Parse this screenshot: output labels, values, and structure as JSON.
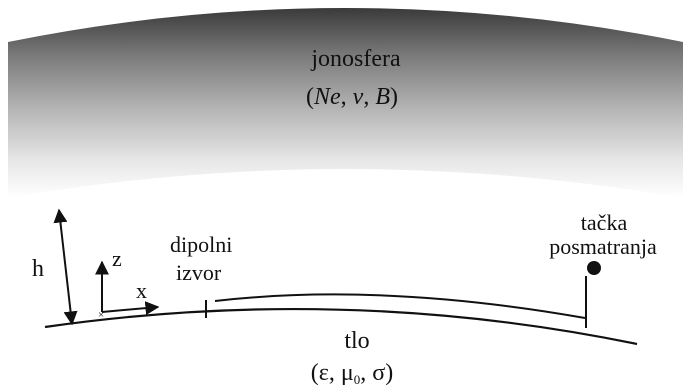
{
  "ionosphere": {
    "title": "jonosfera",
    "params_open": "(",
    "param_ne": "Ne",
    "param_sep1": ", ",
    "param_nu": "ν",
    "param_sep2": ", ",
    "param_b": "B",
    "params_close": ")"
  },
  "height_label": "h",
  "axes": {
    "z": "z",
    "x": "x"
  },
  "source": {
    "line1": "dipolni",
    "line2": "izvor"
  },
  "observer": {
    "line1": "tačka",
    "line2": "posmatranja"
  },
  "ground": {
    "title": "tlo",
    "params_open": "(",
    "eps": "ε",
    "sep1": ", ",
    "mu": "μ",
    "mu_sub": "0",
    "sep2": ", ",
    "sigma": "σ",
    "params_close": ")"
  },
  "colors": {
    "ionosphere_dark": "#3a3a3a",
    "ionosphere_light": "#ffffff",
    "ink": "#111111"
  }
}
